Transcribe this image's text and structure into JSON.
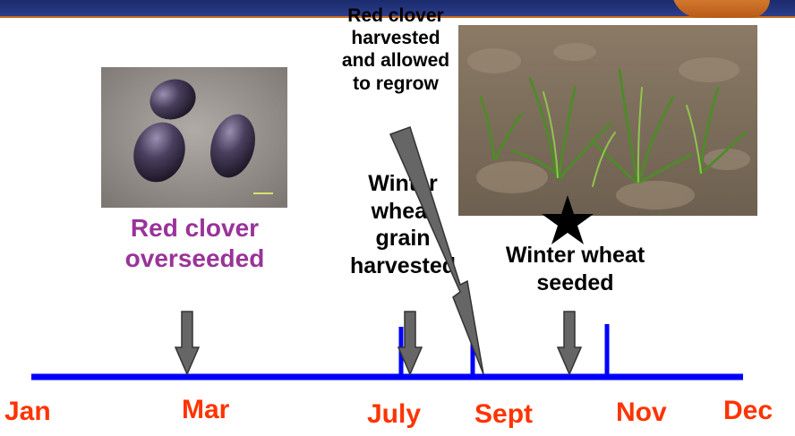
{
  "months": [
    "Jan",
    "Mar",
    "July",
    "Sept",
    "Nov",
    "Dec"
  ],
  "events": {
    "red_clover_overseeded": [
      "Red clover",
      "overseeded"
    ],
    "winter_wheat_grain_harvested": [
      "Winter",
      "wheat",
      "grain",
      "harvested"
    ],
    "red_clover_harvested": [
      "Red clover",
      "harvested",
      "and allowed",
      "to regrow"
    ],
    "winter_wheat_seeded": [
      "Winter wheat",
      "seeded"
    ]
  },
  "images": {
    "clover_seeds": "photo of red clover seeds",
    "wheat_seedlings": "photo of winter wheat seedlings in soil"
  },
  "colors": {
    "timeline": "#0000ff",
    "months": "#ff3300",
    "event_purple": "#993399",
    "arrow": "#666666"
  },
  "icons": [
    "star-icon",
    "down-arrow-icon"
  ]
}
